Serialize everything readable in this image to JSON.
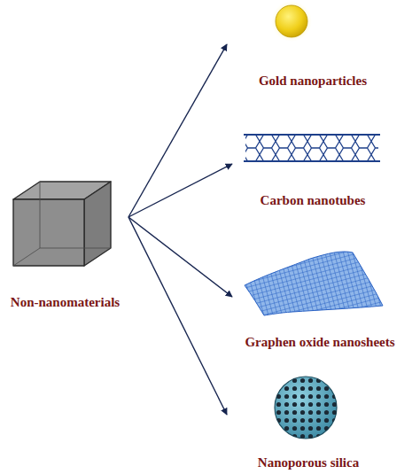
{
  "diagram": {
    "nodes": [
      {
        "text": [
          "Non-nanomaterials"
        ]
      },
      {
        "text": [
          "Gold nanoparticles"
        ]
      },
      {
        "text": [
          "Carbon nanotubes"
        ]
      },
      {
        "text": [
          "Graphen oxide nanosheets"
        ]
      },
      {
        "text": [
          "Nanoporous silica"
        ]
      }
    ],
    "edges": [
      {
        "from": 0,
        "to": 1,
        "arrow": "to"
      },
      {
        "from": 0,
        "to": 2,
        "arrow": "to"
      },
      {
        "from": 0,
        "to": 3,
        "arrow": "to"
      },
      {
        "from": 0,
        "to": 4,
        "arrow": "to"
      }
    ]
  }
}
